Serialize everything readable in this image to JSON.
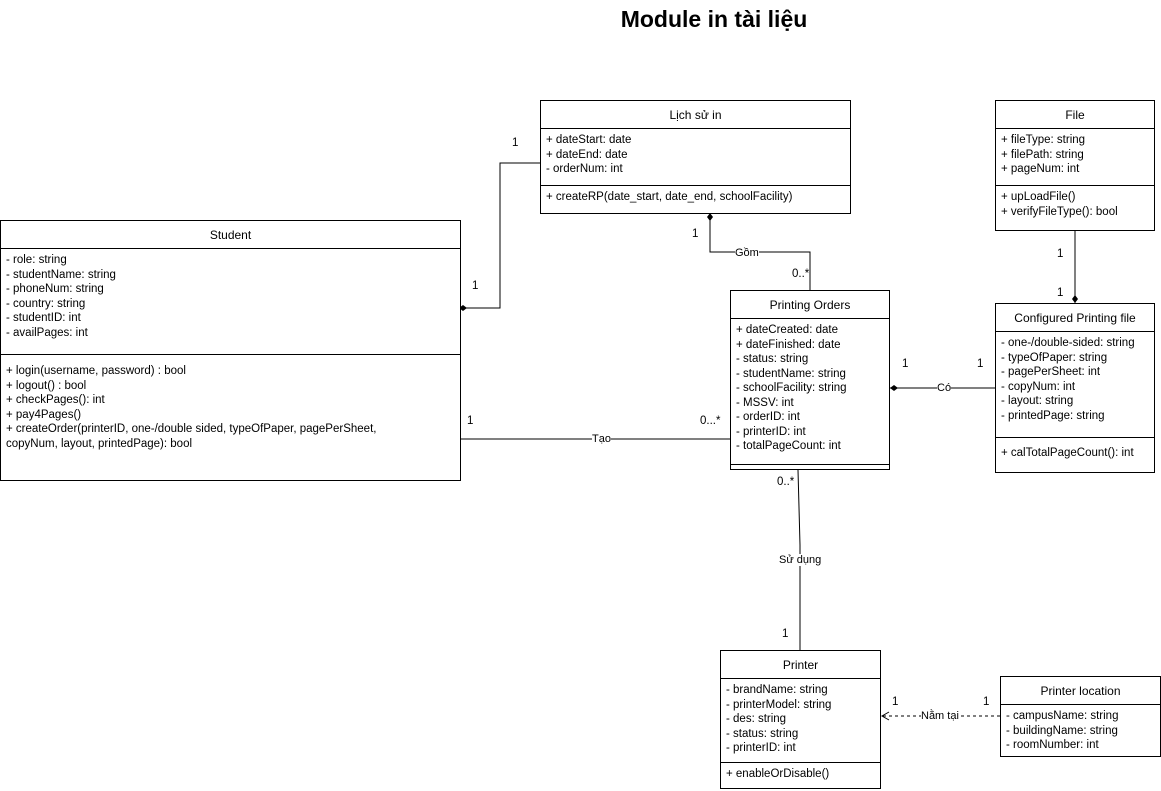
{
  "title": "Module in tài liệu",
  "classes": {
    "lich_su_in": {
      "name": "Lịch sử in",
      "attributes": [
        "+ dateStart: date",
        "+ dateEnd: date",
        "- orderNum: int"
      ],
      "operations": [
        "+ createRP(date_start, date_end, schoolFacility)"
      ]
    },
    "file": {
      "name": "File",
      "attributes": [
        "+ fileType: string",
        "+ filePath: string",
        "+ pageNum: int"
      ],
      "operations": [
        "+ upLoadFile()",
        "+ verifyFileType(): bool"
      ]
    },
    "student": {
      "name": "Student",
      "attributes": [
        "- role: string",
        "- studentName: string",
        "- phoneNum: string",
        "- country: string",
        "- studentID: int",
        "- availPages: int"
      ],
      "operations": [
        "+ login(username, password) : bool",
        "+ logout() : bool",
        "+ checkPages(): int",
        "+ pay4Pages()",
        "+ createOrder(printerID, one-/double sided, typeOfPaper, pagePerSheet, copyNum, layout, printedPage): bool"
      ]
    },
    "printing_orders": {
      "name": "Printing Orders",
      "attributes": [
        "+ dateCreated: date",
        "+ dateFinished: date",
        "- status: string",
        "- studentName: string",
        "- schoolFacility: string",
        "- MSSV: int",
        "- orderID: int",
        "- printerID: int",
        "- totalPageCount: int"
      ],
      "operations": []
    },
    "configured_printing_file": {
      "name": "Configured Printing file",
      "attributes": [
        "- one-/double-sided: string",
        "- typeOfPaper: string",
        "- pagePerSheet: int",
        "- copyNum: int",
        "- layout: string",
        "- printedPage: string"
      ],
      "operations": [
        "+ calTotalPageCount(): int"
      ]
    },
    "printer": {
      "name": "Printer",
      "attributes": [
        "- brandName: string",
        "- printerModel: string",
        "- des: string",
        "- status: string",
        "- printerID: int"
      ],
      "operations": [
        "+ enableOrDisable()"
      ]
    },
    "printer_location": {
      "name": "Printer location",
      "attributes": [
        "- campusName: string",
        "- buildingName: string",
        "- roomNumber: int"
      ]
    }
  },
  "relations": {
    "student_lichsu": {
      "end_a": "1",
      "end_b": "1"
    },
    "lichsu_orders": {
      "label": "Gồm",
      "end_a": "1",
      "end_b": "0..*"
    },
    "student_orders": {
      "label": "Tạo",
      "end_a": "1",
      "end_b": "0...*"
    },
    "file_configured": {
      "end_a": "1",
      "end_b": "1"
    },
    "orders_configured": {
      "label": "Có",
      "end_a": "1",
      "end_b": "1"
    },
    "orders_printer": {
      "label": "Sử dụng",
      "end_a": "0..*",
      "end_b": "1"
    },
    "location_printer": {
      "label": "Nằm tại",
      "end_a": "1",
      "end_b": "1"
    }
  }
}
